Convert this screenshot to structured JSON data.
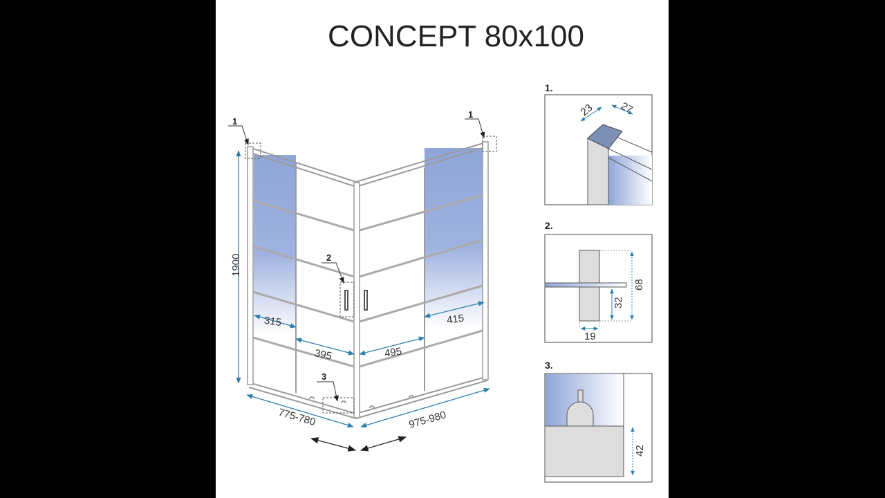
{
  "title": "CONCEPT 80x100",
  "callouts": {
    "c1_left": "1",
    "c1_right": "1",
    "c2": "2",
    "c3": "3"
  },
  "dimensions": {
    "height": "1900",
    "left_fixed": "315",
    "left_door": "395",
    "right_door": "495",
    "right_fixed": "415",
    "left_width": "775-780",
    "right_width": "975-980"
  },
  "details": {
    "d1": {
      "label": "1.",
      "a": "23",
      "b": "27"
    },
    "d2": {
      "label": "2.",
      "h": "68",
      "h2": "32",
      "w": "19"
    },
    "d3": {
      "label": "3.",
      "h": "42"
    }
  },
  "colors": {
    "glass": "#8fa6d8",
    "dim": "#2d7fae",
    "frame": "#9a9a9a"
  }
}
